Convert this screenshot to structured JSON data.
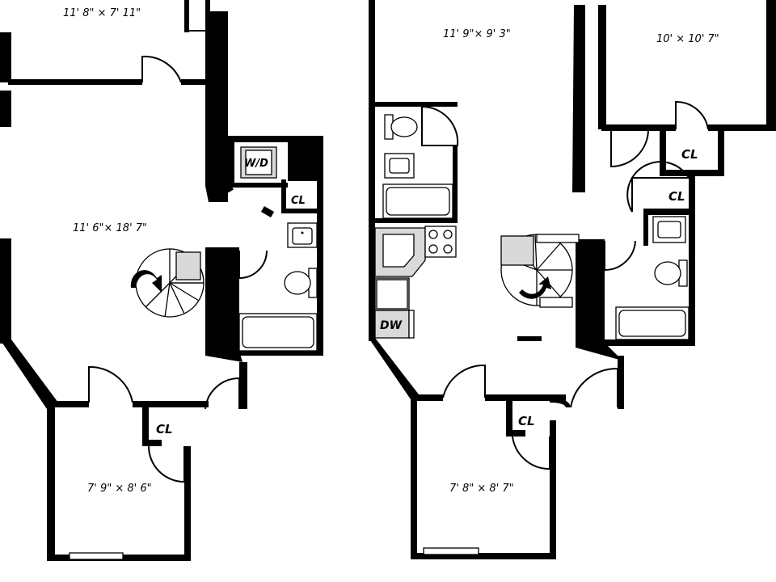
{
  "left_unit": {
    "rooms": {
      "top_bedroom": "11' 8\" × 7' 11\"",
      "living": "11' 6\"× 18' 7\"",
      "bottom_bedroom": "7' 9\" × 8' 6\""
    },
    "tags": {
      "washer_dryer": "W/D",
      "closet_hall": "CL",
      "closet_bedroom": "CL"
    }
  },
  "right_unit": {
    "rooms": {
      "top_left_bedroom": "11' 9\"× 9' 3\"",
      "top_right_bedroom": "10' × 10' 7\"",
      "bottom_bedroom": "7' 8\" × 8' 7\""
    },
    "tags": {
      "closet_top_right": "CL",
      "closet_hall": "CL",
      "dishwasher": "DW",
      "closet_bedroom": "CL"
    }
  },
  "icons": [
    "spiral-stair-icon",
    "toilet-icon",
    "sink-icon",
    "bathtub-icon",
    "stove-icon",
    "door-swing-icon",
    "window-icon"
  ]
}
